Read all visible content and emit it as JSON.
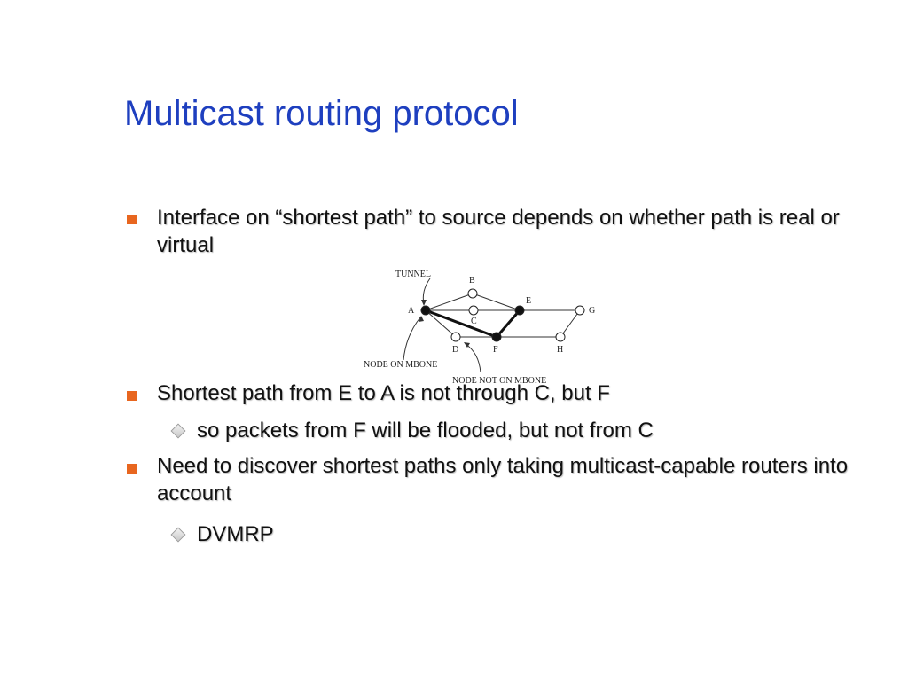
{
  "slide": {
    "title": "Multicast routing protocol",
    "bullets": [
      {
        "level": 1,
        "text": "Interface on “shortest path” to source depends on whether path is real or virtual"
      },
      {
        "level": 1,
        "text": "Shortest path from E to A is not through C, but F"
      },
      {
        "level": 2,
        "text": "so packets from F will be flooded, but not from C"
      },
      {
        "level": 1,
        "text": "Need to discover shortest paths only taking multicast-capable routers into account"
      },
      {
        "level": 2,
        "text": "DVMRP"
      }
    ]
  },
  "diagram": {
    "labels": {
      "tunnel": "TUNNEL",
      "node_on_mbone": "NODE ON MBONE",
      "node_not_on_mbone": "NODE NOT ON MBONE"
    },
    "nodes": [
      {
        "id": "A",
        "mbone": true
      },
      {
        "id": "B",
        "mbone": false
      },
      {
        "id": "C",
        "mbone": false
      },
      {
        "id": "D",
        "mbone": false
      },
      {
        "id": "E",
        "mbone": true
      },
      {
        "id": "F",
        "mbone": true
      },
      {
        "id": "G",
        "mbone": false
      },
      {
        "id": "H",
        "mbone": false
      }
    ]
  },
  "colors": {
    "title": "#1e3fbf",
    "bullet_square": "#e8661f",
    "text": "#111111"
  }
}
